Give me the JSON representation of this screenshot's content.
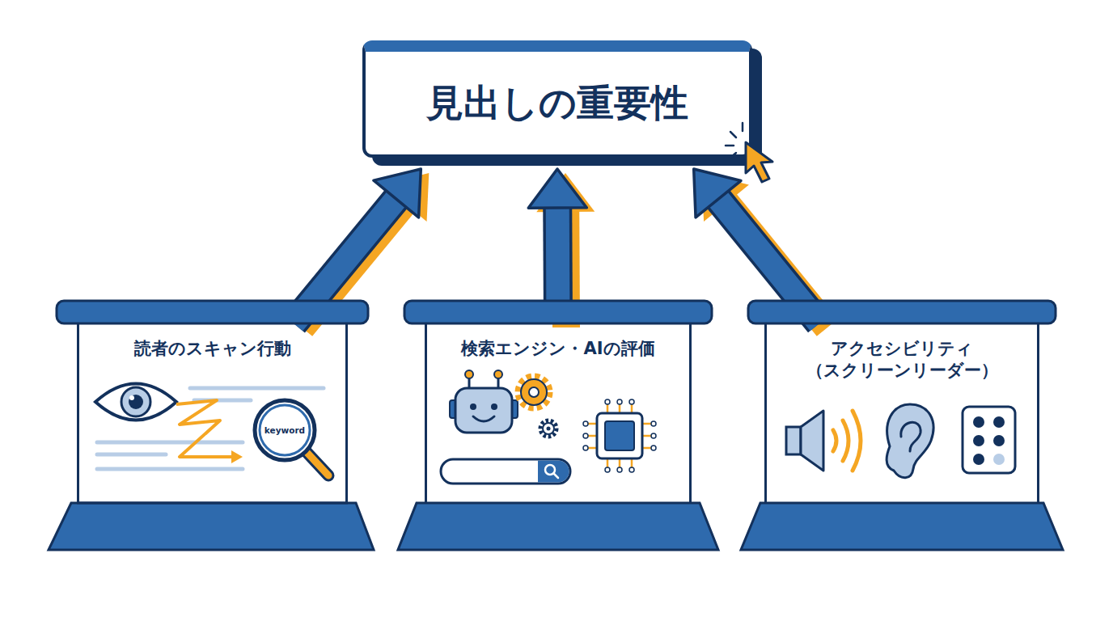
{
  "diagram": {
    "nodes": [
      {
        "text": [
          "見出しの重要性"
        ]
      },
      {
        "text": [
          "読者のスキャン行動"
        ]
      },
      {
        "text": [
          "検索エンジン・AIの評価"
        ]
      },
      {
        "text": [
          "アクセシビリティ （スクリーンリーダー）"
        ]
      }
    ],
    "edges": [
      {
        "from": 1,
        "to": 0,
        "arrow": "to"
      },
      {
        "from": 2,
        "to": 0,
        "arrow": "to"
      },
      {
        "from": 3,
        "to": 0,
        "arrow": "to"
      }
    ],
    "labels": [
      "keyword"
    ]
  }
}
